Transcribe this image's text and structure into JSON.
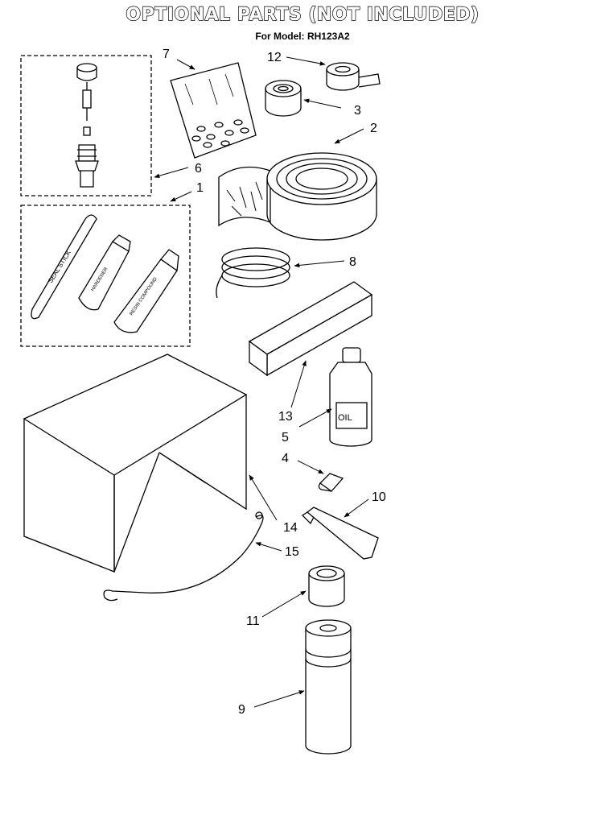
{
  "header": {
    "title": "OPTIONAL PARTS (NOT INCLUDED)",
    "subtitle": "For Model: RH123A2"
  },
  "labels": {
    "oil": "OIL",
    "stick": "SEAL STICK",
    "tube_a": "HARDENER",
    "tube_b": "RESIN COMPOUND"
  },
  "callouts": [
    "1",
    "2",
    "3",
    "4",
    "5",
    "6",
    "7",
    "8",
    "9",
    "10",
    "11",
    "12",
    "13",
    "14",
    "15"
  ]
}
